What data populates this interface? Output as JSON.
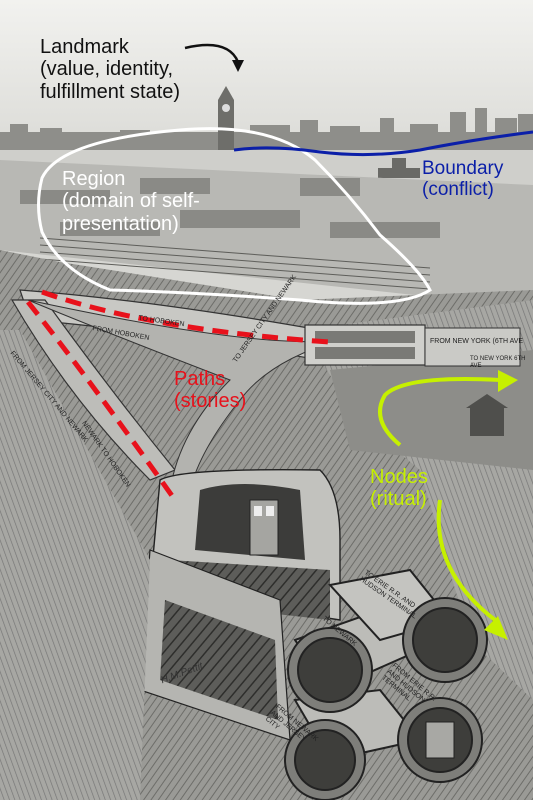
{
  "colors": {
    "landmark": "#111111",
    "region": "#ffffff",
    "boundary": "#0b1fa8",
    "paths": "#e8111b",
    "nodes": "#c6f000",
    "illustration_ink": "#2a2a2a",
    "illustration_paper": "#d9d9d5"
  },
  "annotations": {
    "landmark": {
      "line1": "Landmark",
      "line2": "(value, identity,",
      "line3": "fulfillment state)"
    },
    "region": {
      "line1": "Region",
      "line2": "(domain of self-",
      "line3": "presentation)"
    },
    "boundary": {
      "line1": "Boundary",
      "line2": "(conflict)"
    },
    "paths": {
      "line1": "Paths",
      "line2": "(stories)"
    },
    "nodes": {
      "line1": "Nodes",
      "line2": "(ritual)"
    }
  },
  "illustration": {
    "tunnel_labels": {
      "to_hoboken": "TO HOBOKEN",
      "from_hoboken": "FROM HOBOKEN",
      "from_jersey_city_and_newark": "FROM JERSEY CITY AND NEWARK",
      "to_jersey_city_and_newark": "TO JERSEY CITY AND NEWARK",
      "newark_to_hoboken": "NEWARK TO HOBOKEN",
      "from_new_york_6th_ave": "FROM NEW YORK (6TH AVE",
      "to_new_york_6th_ave": "TO NEW YORK 6TH AVE",
      "to_erie_and_hudson_terminal": "TO ERIE R.R. AND HUDSON TERMINAL",
      "from_erie_and_hudson_terminal": "FROM ERIE R.R. AND HUDSON TERMINAL",
      "from_newark_and_jersey_city": "FROM NEWARK AND JERSEY CITY",
      "to_newark": "TO NEWARK"
    },
    "signature": "H.M.Pettit"
  }
}
